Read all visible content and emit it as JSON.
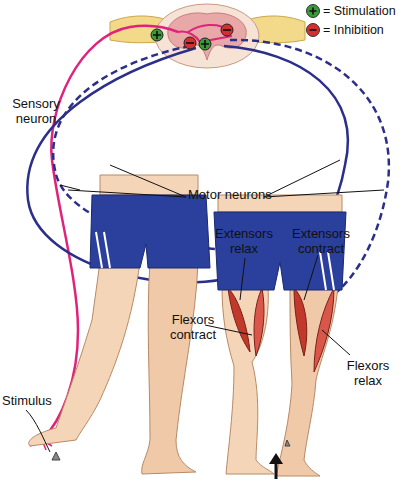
{
  "diagram": {
    "labels": [
      "Sensory neuron",
      "Motor neurons",
      "Extensors relax",
      "Extensors contract",
      "Flexors contract",
      "Flexors relax",
      "Stimulus"
    ],
    "legend": [
      {
        "text": "= Stimulation",
        "color": "#3a9a3a"
      },
      {
        "text": "= Inhibition",
        "color": "#d32f2f"
      }
    ]
  }
}
